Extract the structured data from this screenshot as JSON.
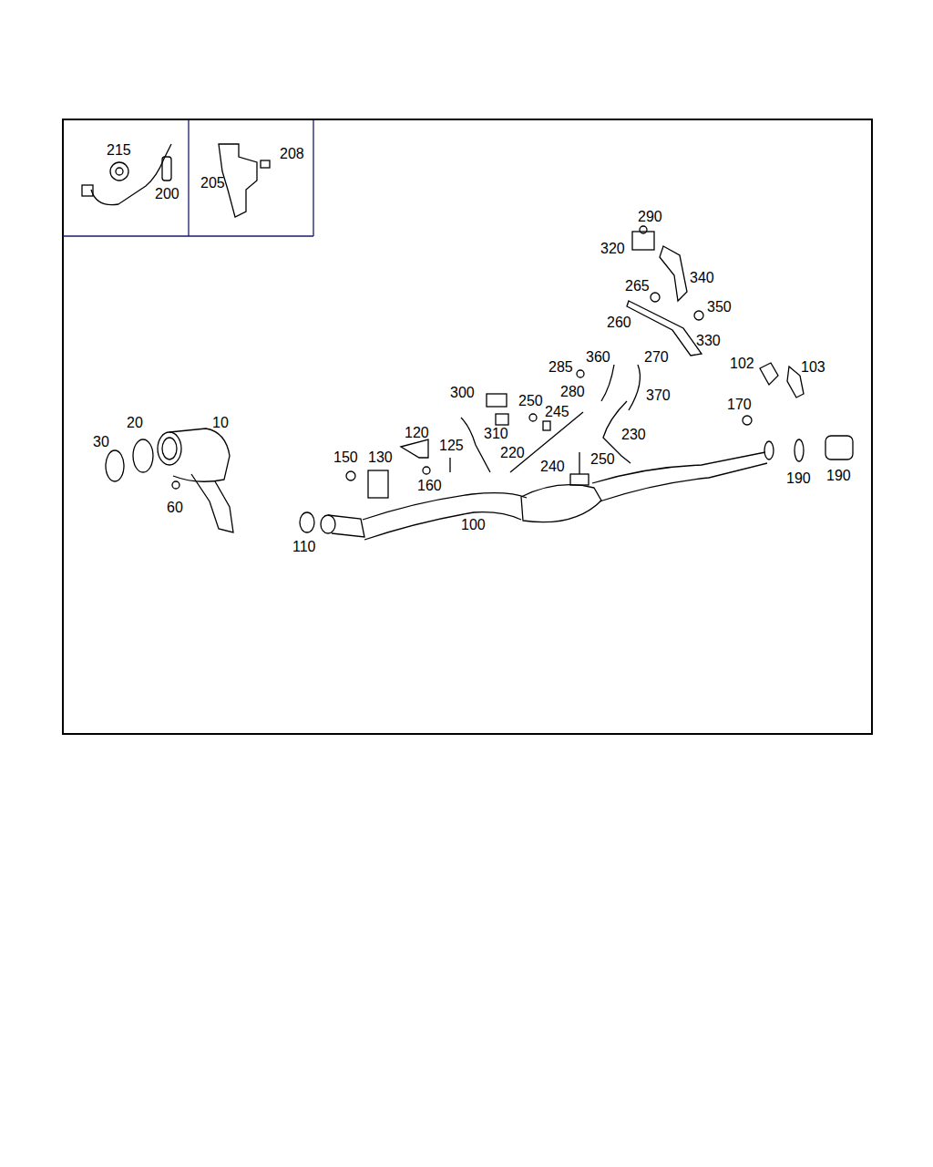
{
  "diagram": {
    "labels": [
      "215",
      "208",
      "205",
      "200",
      "290",
      "320",
      "340",
      "265",
      "350",
      "260",
      "330",
      "360",
      "270",
      "102",
      "285",
      "103",
      "280",
      "300",
      "370",
      "250",
      "170",
      "245",
      "10",
      "20",
      "120",
      "310",
      "230",
      "30",
      "125",
      "220",
      "150",
      "130",
      "250",
      "240",
      "190",
      "190",
      "160",
      "60",
      "100",
      "110"
    ]
  }
}
